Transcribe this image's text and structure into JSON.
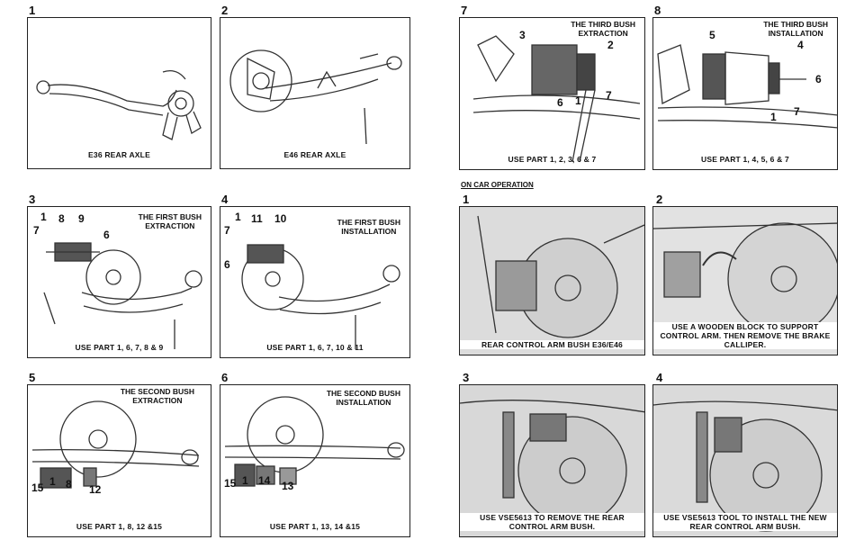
{
  "steps_left": [
    {
      "num": "1",
      "caption": "E36 REAR AXLE"
    },
    {
      "num": "2",
      "caption": "E46 REAR AXLE"
    },
    {
      "num": "3",
      "title": "THE FIRST BUSH\nEXTRACTION",
      "caption": "USE PART 1, 6, 7, 8 & 9",
      "callouts": [
        "1",
        "8",
        "9",
        "7",
        "6"
      ]
    },
    {
      "num": "4",
      "title": "THE FIRST BUSH\nINSTALLATION",
      "caption": "USE PART 1, 6, 7, 10 & 11",
      "callouts": [
        "1",
        "11",
        "10",
        "7",
        "6"
      ]
    },
    {
      "num": "5",
      "title": "THE SECOND BUSH\nEXTRACTION",
      "caption": "USE PART 1, 8, 12 &15",
      "callouts": [
        "15",
        "1",
        "8",
        "12"
      ]
    },
    {
      "num": "6",
      "title": "THE SECOND BUSH\nINSTALLATION",
      "caption": "USE PART 1, 13, 14 &15",
      "callouts": [
        "15",
        "1",
        "14",
        "13"
      ]
    }
  ],
  "steps_right_top": [
    {
      "num": "7",
      "title": "THE THIRD BUSH\nEXTRACTION",
      "caption": "USE PART 1, 2, 3, 6 & 7",
      "callouts": [
        "3",
        "2",
        "6",
        "1",
        "7"
      ]
    },
    {
      "num": "8",
      "title": "THE THIRD BUSH\nINSTALLATION",
      "caption": "USE PART 1, 4, 5, 6 & 7",
      "callouts": [
        "5",
        "4",
        "6",
        "1",
        "7"
      ]
    }
  ],
  "on_car_heading": "ON CAR OPERATION",
  "on_car_steps": [
    {
      "num": "1",
      "caption": "REAR CONTROL ARM BUSH E36/E46"
    },
    {
      "num": "2",
      "caption": "USE A WOODEN BLOCK TO SUPPORT CONTROL ARM. THEN REMOVE THE BRAKE CALLIPER."
    },
    {
      "num": "3",
      "caption": "USE VSE5613 TO REMOVE THE REAR CONTROL ARM BUSH."
    },
    {
      "num": "4",
      "caption": "USE VSE5613 TOOL TO INSTALL THE NEW REAR CONTROL ARM BUSH."
    }
  ]
}
